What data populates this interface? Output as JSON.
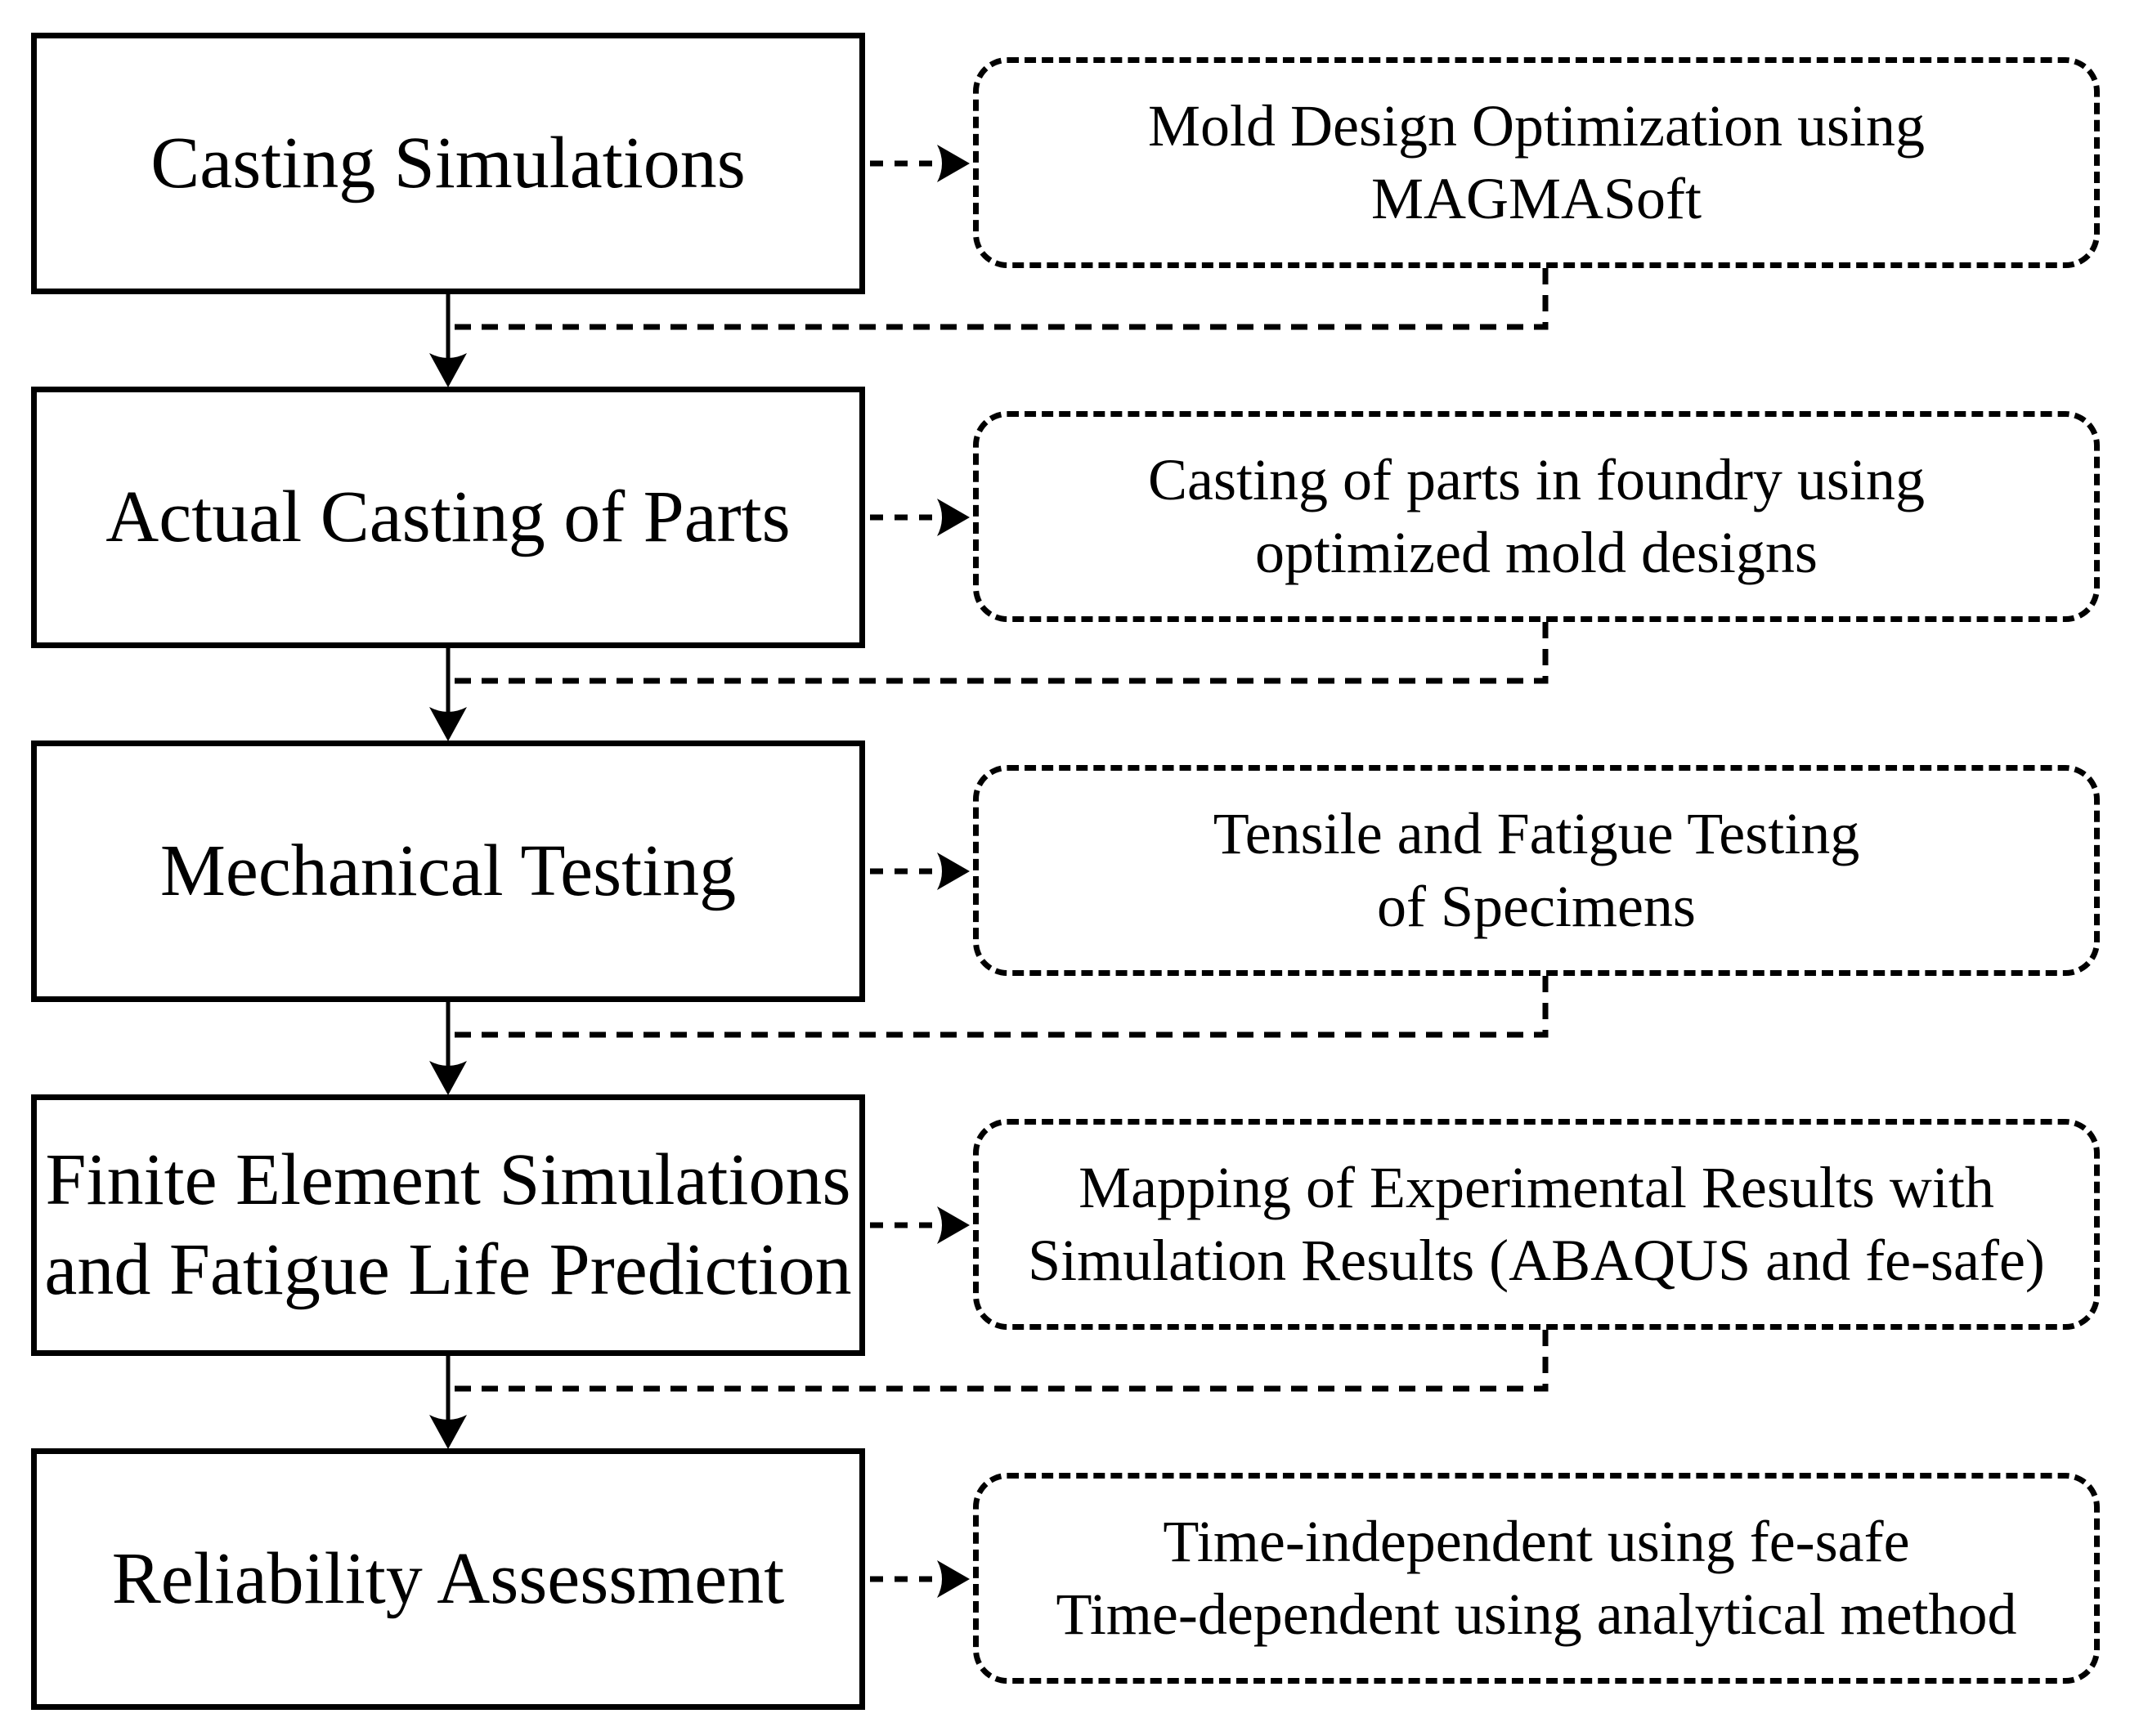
{
  "diagram": {
    "background_color": "#ffffff",
    "line_color": "#000000",
    "text_color": "#000000",
    "rows": [
      {
        "left": "Casting Simulations",
        "right": "Mold Design Optimization using\nMAGMASoft"
      },
      {
        "left": "Actual Casting of Parts",
        "right": "Casting of parts in foundry using\noptimized mold designs"
      },
      {
        "left": "Mechanical Testing",
        "right": "Tensile and Fatigue Testing\nof Specimens"
      },
      {
        "left": "Finite Element Simulations\nand Fatigue Life Prediction",
        "right": "Mapping of Experimental Results with\nSimulation Results (ABAQUS and fe-safe)"
      },
      {
        "left": "Reliability Assessment",
        "right": "Time-independent using fe-safe\nTime-dependent using analytical method"
      }
    ]
  }
}
